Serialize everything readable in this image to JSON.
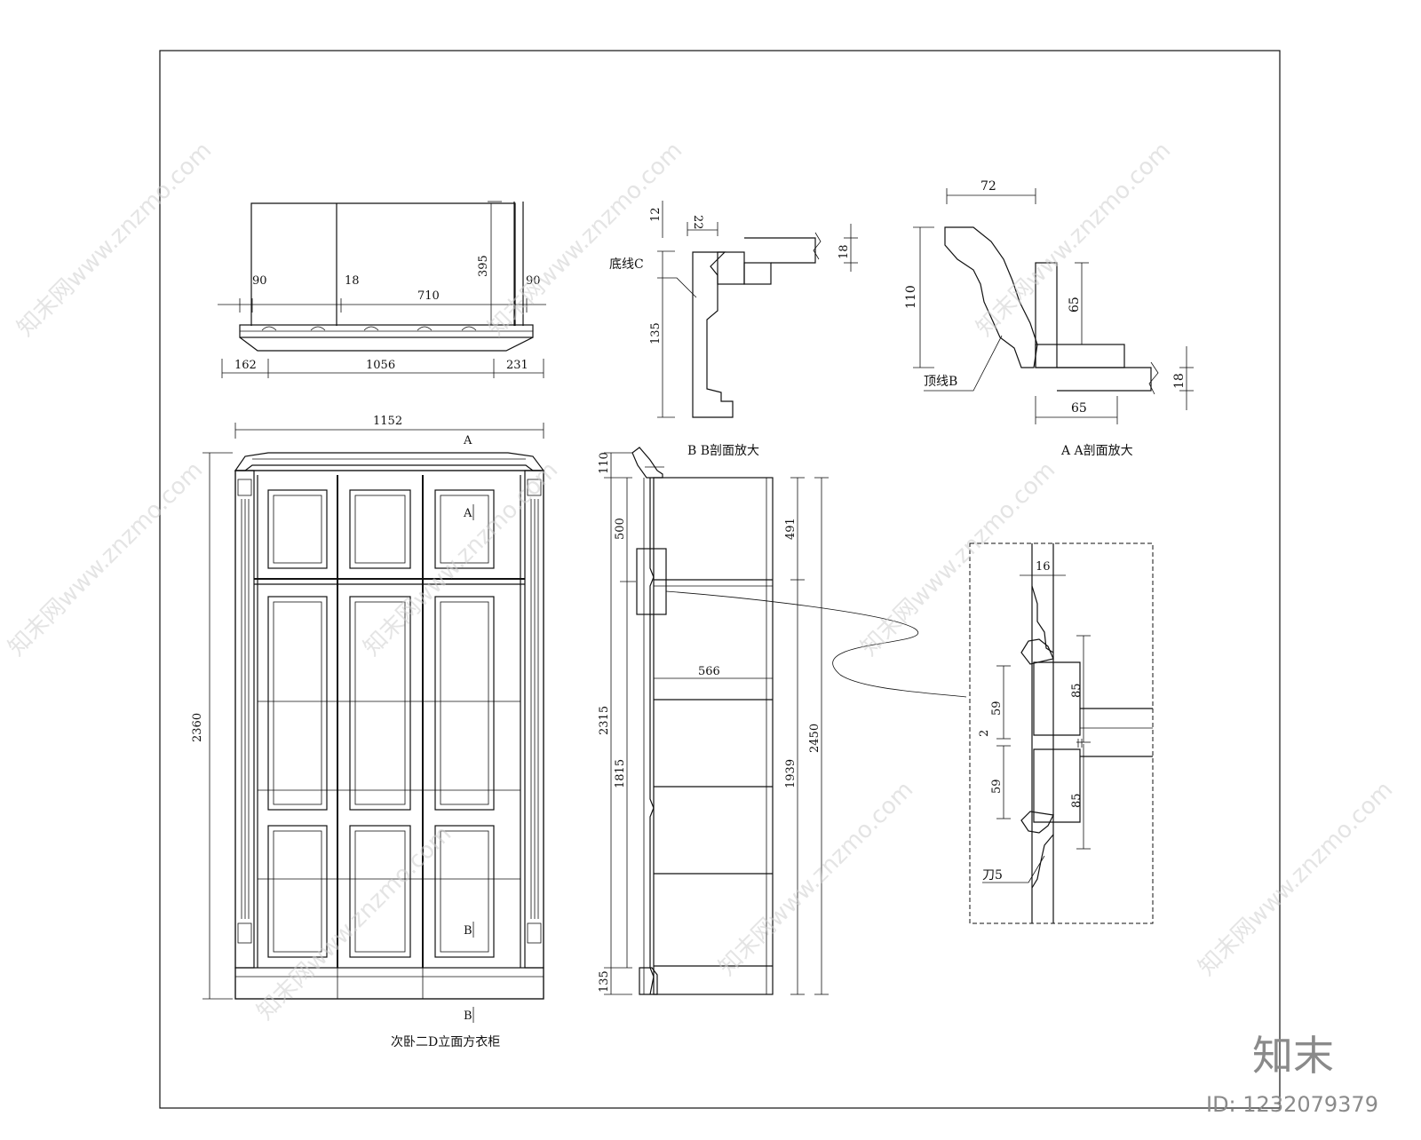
{
  "top_plan": {
    "dims_top": [
      "90",
      "18",
      "710",
      "90"
    ],
    "dim_depth": "395",
    "dims_bottom": [
      "162",
      "1056",
      "231"
    ]
  },
  "section_bb": {
    "dim_12": "12",
    "dim_22": "22",
    "dim_18": "18",
    "dim_135": "135",
    "label_base": "底线C",
    "caption": "B B剖面放大"
  },
  "section_aa": {
    "dim_72": "72",
    "dim_110": "110",
    "dim_65v": "65",
    "dim_18": "18",
    "dim_65h": "65",
    "label_top": "顶线B",
    "caption": "A A剖面放大"
  },
  "front_elevation": {
    "dim_width": "1152",
    "dim_height": "2360",
    "mark_a_top": "A",
    "mark_a_mid": "A",
    "mark_b_mid": "B",
    "mark_b_bottom": "B",
    "caption": "次卧二D立面方衣柜"
  },
  "side_section": {
    "dim_110": "110",
    "dim_500": "500",
    "dim_2315": "2315",
    "dim_1815": "1815",
    "dim_135": "135",
    "dim_566": "566",
    "dim_491": "491",
    "dim_1939": "1939",
    "dim_2450": "2450"
  },
  "detail": {
    "dim_16": "16",
    "dim_59a": "59",
    "dim_2": "2",
    "dim_59b": "59",
    "dim_85a": "85",
    "dim_85b": "85",
    "label_knife": "刀5"
  },
  "watermark": {
    "text": "知末网www.znzmo.com",
    "brand": "知末",
    "id": "ID: 1232079379"
  }
}
